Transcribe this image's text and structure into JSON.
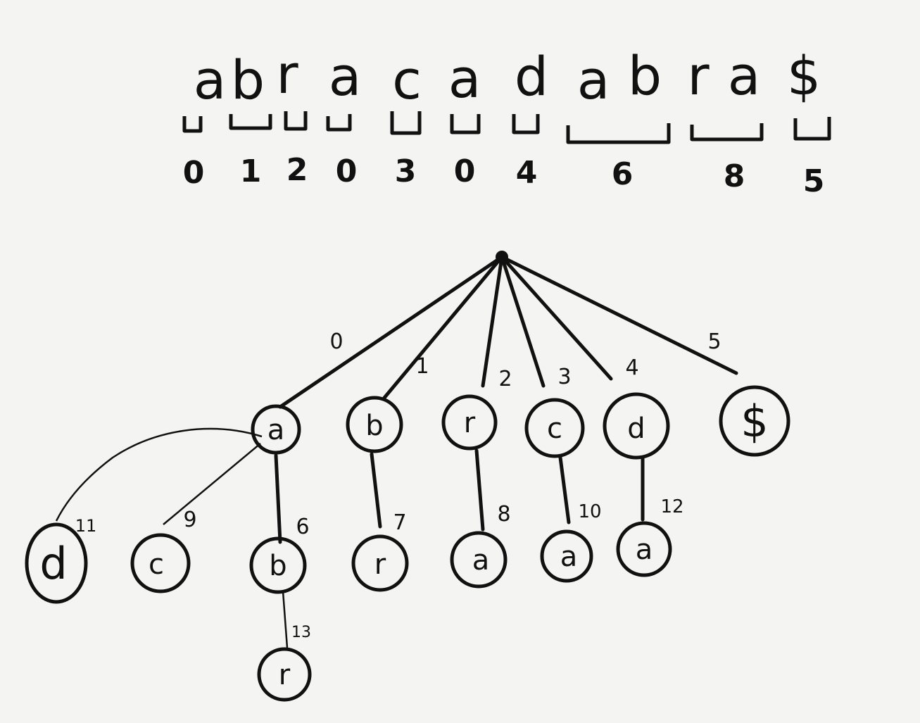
{
  "string": {
    "letters": [
      "a",
      "b",
      "r",
      "a",
      "c",
      "a",
      "d",
      "a",
      "b",
      "r",
      "a",
      "$"
    ],
    "codes": [
      "0",
      "1",
      "2",
      "0",
      "3",
      "0",
      "4",
      "6",
      "8",
      "5"
    ]
  },
  "tree": {
    "level1": [
      {
        "char": "a",
        "edge_label": "0"
      },
      {
        "char": "b",
        "edge_label": "1"
      },
      {
        "char": "r",
        "edge_label": "2"
      },
      {
        "char": "c",
        "edge_label": "3"
      },
      {
        "char": "d",
        "edge_label": "4"
      },
      {
        "char": "$",
        "edge_label": "5"
      }
    ],
    "level2": [
      {
        "char": "d",
        "edge_label": "11"
      },
      {
        "char": "c",
        "edge_label": "9"
      },
      {
        "char": "b",
        "edge_label": "6"
      },
      {
        "char": "r",
        "edge_label": "7"
      },
      {
        "char": "a",
        "edge_label": "8"
      },
      {
        "char": "a",
        "edge_label": "10"
      },
      {
        "char": "a",
        "edge_label": "12"
      }
    ],
    "level3": [
      {
        "char": "r",
        "edge_label": "13"
      }
    ]
  }
}
